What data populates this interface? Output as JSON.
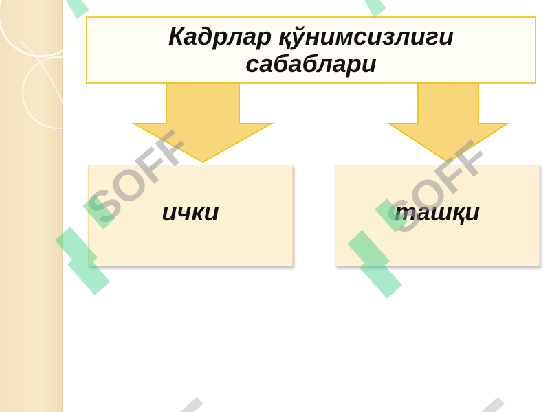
{
  "diagram": {
    "title": "Кадрлар қўнимсизлиги сабаблари",
    "nodes": [
      {
        "id": "internal",
        "label": "ички"
      },
      {
        "id": "external",
        "label": "ташқи"
      }
    ]
  },
  "watermark": {
    "text": "SOFF"
  },
  "colors": {
    "title_border": "#f0cc3a",
    "arrow_fill": "#f7d77a",
    "arrow_stroke": "#f0c420",
    "node_fill": "#fdf1d3",
    "side_band": "#f3e2bf",
    "watermark_green": "#3fd18a",
    "watermark_gray": "#9a9a9a"
  }
}
